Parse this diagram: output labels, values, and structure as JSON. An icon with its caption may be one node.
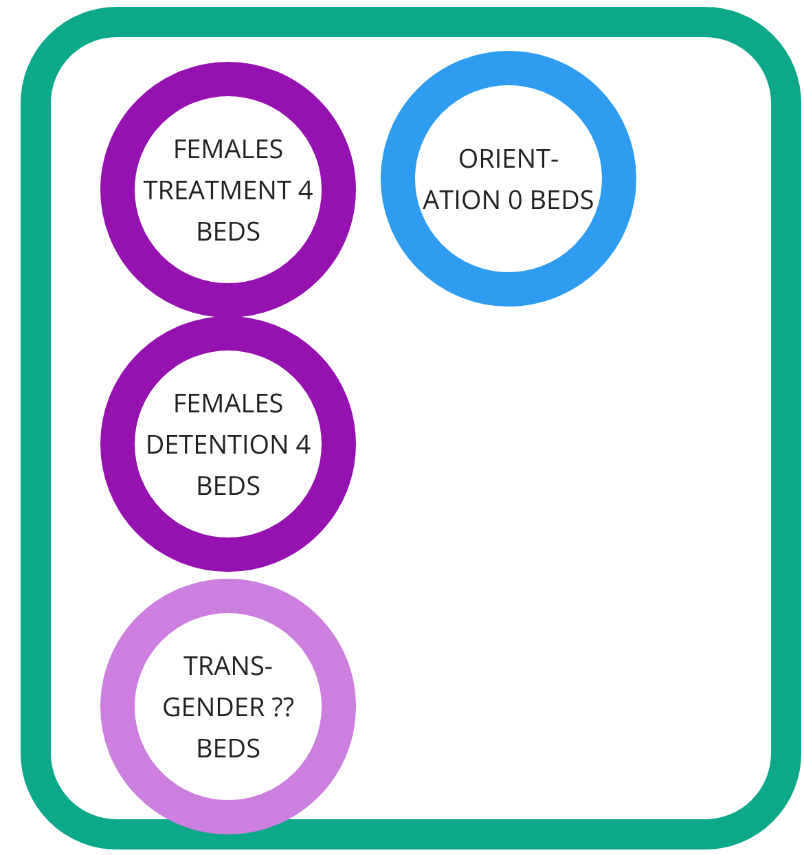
{
  "diagram": {
    "nodes": [
      {
        "text": [],
        "shape": "box"
      },
      {
        "text": [
          "FEMALES TREATMENT 4 BEDS"
        ],
        "in": 0
      },
      {
        "text": [
          "ORIENT- ATION 0 BEDS"
        ],
        "in": 0
      },
      {
        "text": [
          "FEMALES DETENTION 4 BEDS"
        ],
        "in": 0
      },
      {
        "text": [
          "TRANS- GENDER ?? BEDS"
        ],
        "in": 0
      }
    ]
  }
}
